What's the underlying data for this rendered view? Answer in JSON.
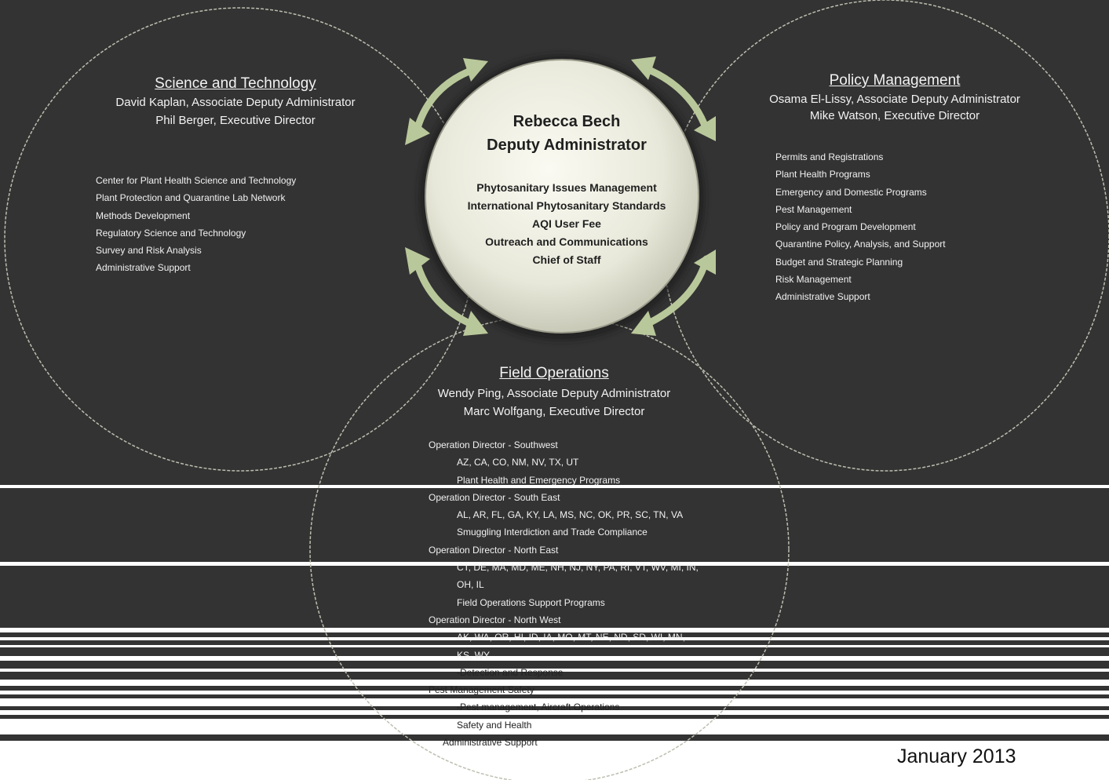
{
  "center": {
    "name": "Rebecca Bech",
    "title": "Deputy Administrator",
    "items": [
      "Phytosanitary Issues Management",
      "International Phytosanitary Standards",
      "AQI User Fee",
      "Outreach and Communications",
      "Chief of Staff"
    ]
  },
  "science": {
    "title": "Science and Technology",
    "lines": [
      "David Kaplan, Associate Deputy Administrator",
      "Phil Berger, Executive Director"
    ],
    "items": [
      "Center for Plant Health Science and Technology",
      "Plant Protection and Quarantine Lab Network",
      "Methods Development",
      "Regulatory Science and Technology",
      "Survey and Risk Analysis",
      "Administrative Support"
    ]
  },
  "policy": {
    "title": "Policy Management",
    "lines": [
      "Osama El-Lissy, Associate Deputy Administrator",
      "Mike Watson, Executive Director"
    ],
    "items": [
      "Permits and Registrations",
      "Plant Health Programs",
      "Emergency and Domestic Programs",
      "Pest Management",
      "Policy and Program Development",
      "Quarantine Policy, Analysis, and Support",
      "Budget and Strategic Planning",
      "Risk Management",
      "Administrative Support"
    ]
  },
  "field": {
    "title": "Field Operations",
    "lines": [
      "Wendy Ping, Associate Deputy Administrator",
      "Marc Wolfgang, Executive Director"
    ],
    "items": [
      {
        "text": "Operation Director - Southwest",
        "sub": false
      },
      {
        "text": "AZ, CA, CO, NM, NV, TX, UT",
        "sub": true
      },
      {
        "text": "Plant Health and Emergency Programs",
        "sub": true
      },
      {
        "text": "Operation Director - South East",
        "sub": false
      },
      {
        "text": "AL, AR, FL, GA, KY, LA, MS, NC, OK, PR, SC, TN, VA",
        "sub": true
      },
      {
        "text": "Smuggling Interdiction and Trade Compliance",
        "sub": true
      },
      {
        "text": "Operation Director - North East",
        "sub": false
      },
      {
        "text": "CT, DE, MA, MD, ME, NH, NJ, NY, PA, RI, VT, WV, MI, IN,",
        "sub": true
      },
      {
        "text": "OH, IL",
        "sub": true
      },
      {
        "text": "Field Operations Support Programs",
        "sub": true
      },
      {
        "text": "Operation Director - North West",
        "sub": false
      },
      {
        "text": "AK, WA, OR, HI, ID, IA, MO, MT, NE, ND, SD, WI, MN,",
        "sub": true
      },
      {
        "text": "KS, WY",
        "sub": true
      },
      {
        "text": "-Detection and Response",
        "sub": true
      },
      {
        "text": "Pest Management Safety",
        "sub": false
      },
      {
        "text": "-Pest management, Aircraft Operations",
        "sub": true
      },
      {
        "text": "Safety and Health",
        "sub": true
      },
      {
        "text": "Administrative Support",
        "sub": false
      }
    ]
  },
  "date": "January 2013",
  "colors": {
    "background": "#333333",
    "center_fill": "#ecece0",
    "arrow": "#b9c89a",
    "circle_outline": "#bdbdb0",
    "text": "#f2f2f2"
  }
}
